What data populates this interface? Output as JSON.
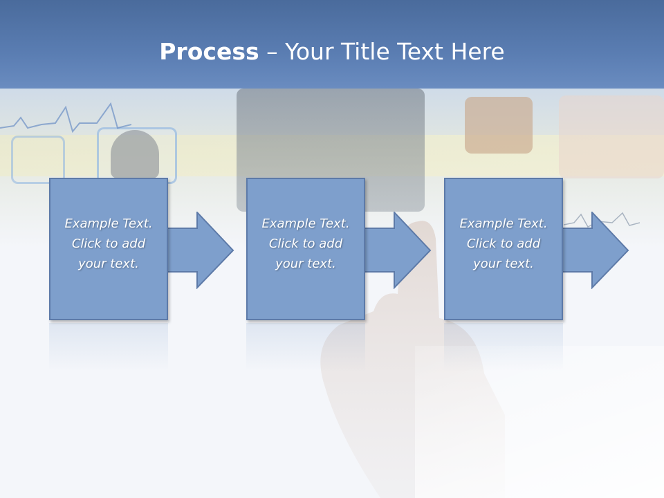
{
  "slide": {
    "title_bold": "Process",
    "title_rest": " – Your Title Text Here",
    "steps": [
      {
        "text": "Example Text.\nClick  to add\nyour text."
      },
      {
        "text": "Example Text.\nClick  to add\nyour text."
      },
      {
        "text": "Example Text.\nClick  to add\nyour text."
      }
    ]
  },
  "colors": {
    "header": "#5a7db2",
    "box_fill": "#7e9fcc",
    "box_border": "#5d7aa8"
  }
}
